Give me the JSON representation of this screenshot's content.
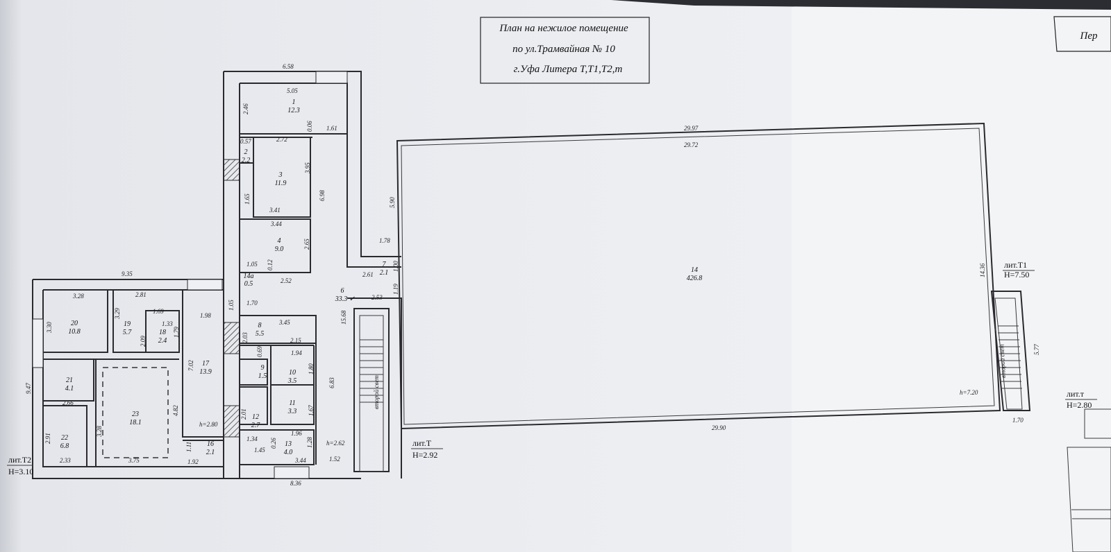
{
  "title": {
    "line1": "План на нежилое помещение",
    "line2": "по ул.Трамвайная № 10",
    "line3": "г.Уфа Литера Т,Т1,Т2,т"
  },
  "side_box": "Пер",
  "rooms": [
    {
      "no": "1",
      "area": "12.3"
    },
    {
      "no": "2",
      "area": "2.2"
    },
    {
      "no": "3",
      "area": "11.9"
    },
    {
      "no": "4",
      "area": "9.0"
    },
    {
      "no": "14а",
      "area": "0.5"
    },
    {
      "no": "6",
      "area": "33.3 ✓"
    },
    {
      "no": "7",
      "area": "2.1"
    },
    {
      "no": "8",
      "area": "5.5"
    },
    {
      "no": "9",
      "area": "1.5"
    },
    {
      "no": "10",
      "area": "3.5"
    },
    {
      "no": "11",
      "area": "3.3"
    },
    {
      "no": "12",
      "area": "2.7"
    },
    {
      "no": "13",
      "area": "4.0"
    },
    {
      "no": "14",
      "area": "426.8"
    },
    {
      "no": "16",
      "area": "2.1"
    },
    {
      "no": "17",
      "area": "13.9"
    },
    {
      "no": "18",
      "area": "2.4"
    },
    {
      "no": "19",
      "area": "5.7"
    },
    {
      "no": "20",
      "area": "10.8"
    },
    {
      "no": "21",
      "area": "4.1"
    },
    {
      "no": "22",
      "area": "6.8"
    },
    {
      "no": "23",
      "area": "18.1"
    }
  ],
  "dims": [
    "9.35",
    "3.28",
    "2.81",
    "1.69",
    "1.33",
    "1.79",
    "2.09",
    "3.29",
    "3.30",
    "9.47",
    "1.98",
    "7.02",
    "2.66",
    "4.82",
    "3.28",
    "2.91",
    "2.33",
    "3.75",
    "1.11",
    "1.92",
    "h=2.80",
    "6.58",
    "5.05",
    "2.46",
    "0.06",
    "1.61",
    "0.57",
    "2.72",
    "3.95",
    "6.98",
    "1.65",
    "3.41",
    "3.44",
    "2.65",
    "1.05",
    "0.12",
    "2.52",
    "5.90",
    "1.78",
    "2.61",
    "1.00",
    "1.19",
    "2.53",
    "15.68",
    "1.05",
    "1.70",
    "3.45",
    "2.03",
    "2.15",
    "0.69",
    "1.94",
    "1.80",
    "6.83",
    "1.67",
    "2.01",
    "1.96",
    "1.34",
    "1.45",
    "0.26",
    "1.28",
    "h=2.62",
    "1.52",
    "3.44",
    "8.36",
    "29.97",
    "29.72",
    "14.36",
    "5.77",
    "h=7.20",
    "29.90",
    "1.70"
  ],
  "liters": [
    {
      "name": "лит.Т2",
      "h": "H=3.10"
    },
    {
      "name": "лит.Т",
      "h": "H=2.92"
    },
    {
      "name": "лит.Т1",
      "h": "H=7.50"
    },
    {
      "name": "лит.т",
      "h": "H=2.80"
    }
  ],
  "stair_label": "второй свет"
}
